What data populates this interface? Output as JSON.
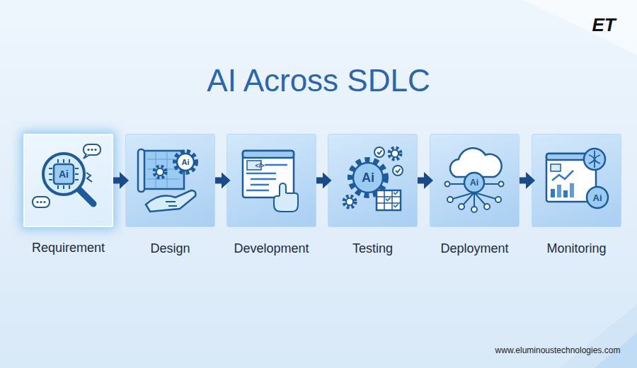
{
  "diagram": {
    "title": "AI Across SDLC",
    "nodes": [
      {
        "text": [
          "Requirement"
        ]
      },
      {
        "text": [
          "Design"
        ]
      },
      {
        "text": [
          "Development"
        ]
      },
      {
        "text": [
          "Testing"
        ]
      },
      {
        "text": [
          "Deployment"
        ]
      },
      {
        "text": [
          "Monitoring"
        ]
      }
    ],
    "edges": [
      {
        "from": 0,
        "to": 1,
        "arrow": "to"
      },
      {
        "from": 1,
        "to": 2,
        "arrow": "to"
      },
      {
        "from": 2,
        "to": 3,
        "arrow": "to"
      },
      {
        "from": 3,
        "to": 4,
        "arrow": "to"
      },
      {
        "from": 4,
        "to": 5,
        "arrow": "to"
      }
    ],
    "labels": [
      "ET",
      "Ai",
      "Ai",
      "</>",
      "Ai",
      "Ai",
      "Ai",
      "www.eluminoustechnologies.com"
    ]
  }
}
